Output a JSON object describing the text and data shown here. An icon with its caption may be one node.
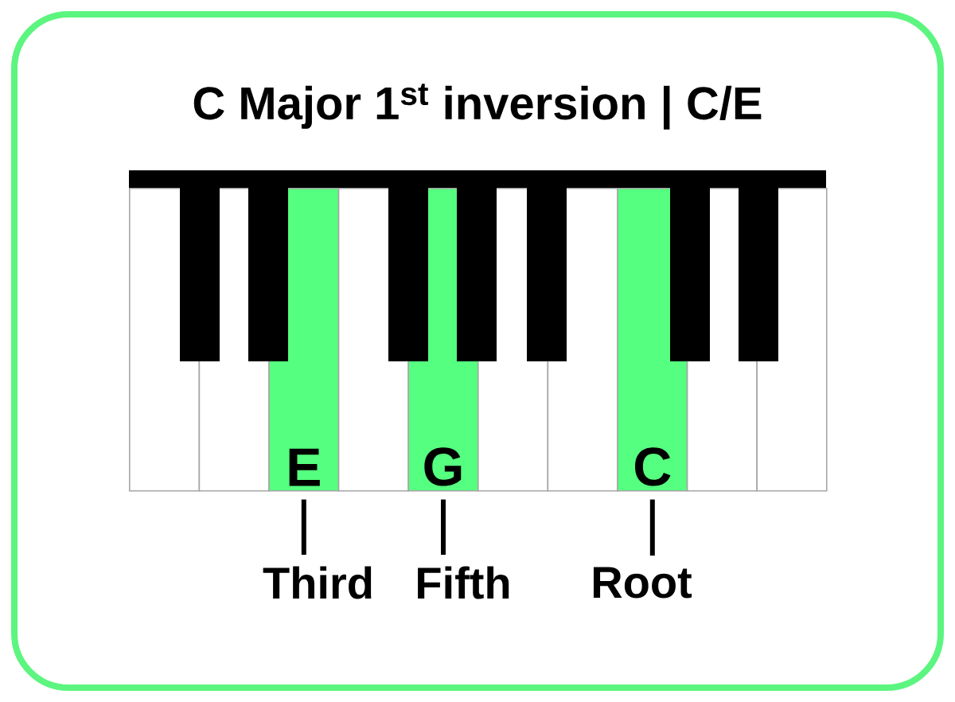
{
  "diagram": {
    "title": "C Major 1$^{st}$ inversion | C/E",
    "nodes": [
      {
        "text": [],
        "shape": "box"
      },
      {
        "text": [],
        "shape": "box"
      },
      {
        "text": [
          "E"
        ]
      },
      {
        "text": [],
        "shape": "box"
      },
      {
        "text": [
          "G"
        ]
      },
      {
        "text": [],
        "shape": "box"
      },
      {
        "text": [],
        "shape": "box"
      },
      {
        "text": [
          "C"
        ]
      },
      {
        "text": [],
        "shape": "box"
      },
      {
        "text": [],
        "shape": "box"
      },
      {
        "text": [
          "Third"
        ]
      },
      {
        "text": [
          "Fifth"
        ]
      },
      {
        "text": [
          "Root"
        ]
      }
    ],
    "edges": [
      {
        "from": 2,
        "to": 10,
        "arrow": "none"
      },
      {
        "from": 4,
        "to": 11,
        "arrow": "none"
      },
      {
        "from": 7,
        "to": 12,
        "arrow": "none"
      }
    ]
  }
}
